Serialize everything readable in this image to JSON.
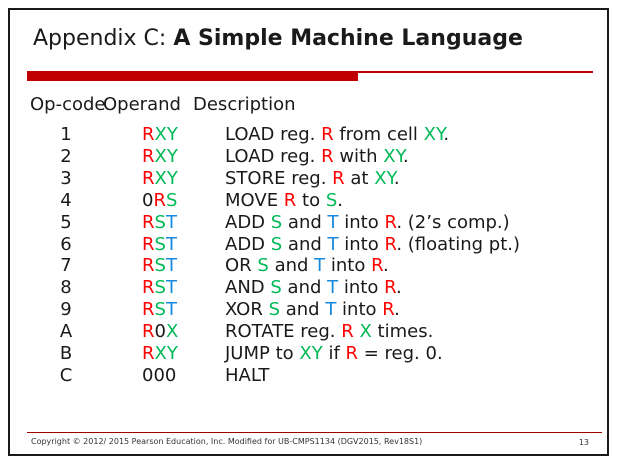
{
  "title": {
    "prefix": "Appendix C: ",
    "main": "A Simple Machine Language"
  },
  "table": {
    "headers": [
      "Op-code",
      "Operand",
      "Description"
    ],
    "rows": [
      {
        "opcode": "1",
        "operand": [
          {
            "t": "R",
            "c": "r"
          },
          {
            "t": "XY",
            "c": "g"
          }
        ],
        "desc": [
          {
            "t": "LOAD reg. ",
            "c": "k"
          },
          {
            "t": "R",
            "c": "r"
          },
          {
            "t": " from cell ",
            "c": "k"
          },
          {
            "t": "XY",
            "c": "g"
          },
          {
            "t": ".",
            "c": "k"
          }
        ]
      },
      {
        "opcode": "2",
        "operand": [
          {
            "t": "R",
            "c": "r"
          },
          {
            "t": "XY",
            "c": "g"
          }
        ],
        "desc": [
          {
            "t": "LOAD reg. ",
            "c": "k"
          },
          {
            "t": "R",
            "c": "r"
          },
          {
            "t": " with ",
            "c": "k"
          },
          {
            "t": "XY",
            "c": "g"
          },
          {
            "t": ".",
            "c": "k"
          }
        ]
      },
      {
        "opcode": "3",
        "operand": [
          {
            "t": "R",
            "c": "r"
          },
          {
            "t": "XY",
            "c": "g"
          }
        ],
        "desc": [
          {
            "t": "STORE reg. ",
            "c": "k"
          },
          {
            "t": "R",
            "c": "r"
          },
          {
            "t": " at ",
            "c": "k"
          },
          {
            "t": "XY",
            "c": "g"
          },
          {
            "t": ".",
            "c": "k"
          }
        ]
      },
      {
        "opcode": "4",
        "operand": [
          {
            "t": "0",
            "c": "k"
          },
          {
            "t": "R",
            "c": "r"
          },
          {
            "t": "S",
            "c": "g"
          }
        ],
        "desc": [
          {
            "t": "MOVE ",
            "c": "k"
          },
          {
            "t": "R",
            "c": "r"
          },
          {
            "t": " to ",
            "c": "k"
          },
          {
            "t": "S",
            "c": "g"
          },
          {
            "t": ".",
            "c": "k"
          }
        ]
      },
      {
        "opcode": "5",
        "operand": [
          {
            "t": "R",
            "c": "r"
          },
          {
            "t": "S",
            "c": "g"
          },
          {
            "t": "T",
            "c": "b"
          }
        ],
        "desc": [
          {
            "t": "ADD ",
            "c": "k"
          },
          {
            "t": "S",
            "c": "g"
          },
          {
            "t": " and ",
            "c": "k"
          },
          {
            "t": "T",
            "c": "b"
          },
          {
            "t": " into ",
            "c": "k"
          },
          {
            "t": "R",
            "c": "r"
          },
          {
            "t": ". (2’s comp.)",
            "c": "k"
          }
        ]
      },
      {
        "opcode": "6",
        "operand": [
          {
            "t": "R",
            "c": "r"
          },
          {
            "t": "S",
            "c": "g"
          },
          {
            "t": "T",
            "c": "b"
          }
        ],
        "desc": [
          {
            "t": "ADD ",
            "c": "k"
          },
          {
            "t": "S",
            "c": "g"
          },
          {
            "t": " and ",
            "c": "k"
          },
          {
            "t": "T",
            "c": "b"
          },
          {
            "t": " into ",
            "c": "k"
          },
          {
            "t": "R",
            "c": "r"
          },
          {
            "t": ". (floating pt.)",
            "c": "k"
          }
        ]
      },
      {
        "opcode": "7",
        "operand": [
          {
            "t": "R",
            "c": "r"
          },
          {
            "t": "S",
            "c": "g"
          },
          {
            "t": "T",
            "c": "b"
          }
        ],
        "desc": [
          {
            "t": "OR ",
            "c": "k"
          },
          {
            "t": "S",
            "c": "g"
          },
          {
            "t": " and ",
            "c": "k"
          },
          {
            "t": "T",
            "c": "b"
          },
          {
            "t": " into ",
            "c": "k"
          },
          {
            "t": "R",
            "c": "r"
          },
          {
            "t": ".",
            "c": "k"
          }
        ]
      },
      {
        "opcode": "8",
        "operand": [
          {
            "t": "R",
            "c": "r"
          },
          {
            "t": "S",
            "c": "g"
          },
          {
            "t": "T",
            "c": "b"
          }
        ],
        "desc": [
          {
            "t": "AND ",
            "c": "k"
          },
          {
            "t": "S",
            "c": "g"
          },
          {
            "t": " and ",
            "c": "k"
          },
          {
            "t": "T",
            "c": "b"
          },
          {
            "t": " into ",
            "c": "k"
          },
          {
            "t": "R",
            "c": "r"
          },
          {
            "t": ".",
            "c": "k"
          }
        ]
      },
      {
        "opcode": "9",
        "operand": [
          {
            "t": "R",
            "c": "r"
          },
          {
            "t": "S",
            "c": "g"
          },
          {
            "t": "T",
            "c": "b"
          }
        ],
        "desc": [
          {
            "t": "XOR ",
            "c": "k"
          },
          {
            "t": "S",
            "c": "g"
          },
          {
            "t": " and ",
            "c": "k"
          },
          {
            "t": "T",
            "c": "b"
          },
          {
            "t": " into ",
            "c": "k"
          },
          {
            "t": "R",
            "c": "r"
          },
          {
            "t": ".",
            "c": "k"
          }
        ]
      },
      {
        "opcode": "A",
        "operand": [
          {
            "t": "R",
            "c": "r"
          },
          {
            "t": "0",
            "c": "k"
          },
          {
            "t": "X",
            "c": "g"
          }
        ],
        "desc": [
          {
            "t": "ROTATE reg. ",
            "c": "k"
          },
          {
            "t": "R",
            "c": "r"
          },
          {
            "t": " ",
            "c": "k"
          },
          {
            "t": "X",
            "c": "g"
          },
          {
            "t": " times.",
            "c": "k"
          }
        ]
      },
      {
        "opcode": "B",
        "operand": [
          {
            "t": "R",
            "c": "r"
          },
          {
            "t": "XY",
            "c": "g"
          }
        ],
        "desc": [
          {
            "t": "JUMP to ",
            "c": "k"
          },
          {
            "t": "XY",
            "c": "g"
          },
          {
            "t": " if ",
            "c": "k"
          },
          {
            "t": "R",
            "c": "r"
          },
          {
            "t": " = reg. 0.",
            "c": "k"
          }
        ]
      },
      {
        "opcode": "C",
        "operand": [
          {
            "t": "000",
            "c": "k"
          }
        ],
        "desc": [
          {
            "t": "HALT",
            "c": "k"
          }
        ]
      }
    ]
  },
  "footer": {
    "copyright": "Copyright © 2012/ 2015 Pearson Education, Inc. Modified for UB-CMPS1134 (DGV2015, Rev18S1)",
    "page": "13"
  },
  "colors": {
    "k": "#1A1A1A",
    "r": "#FF0000",
    "g": "#00B956",
    "b": "#1688DD",
    "accent_bar": "#C00000",
    "footer_line": "#990000"
  }
}
